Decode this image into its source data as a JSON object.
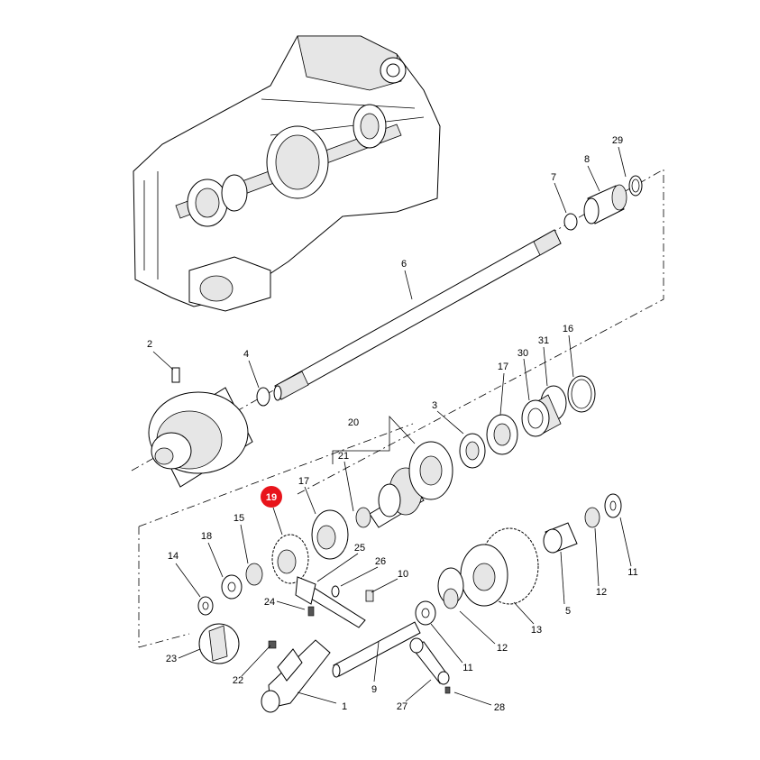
{
  "highlight_color": "#e8141b",
  "highlighted_part": "19",
  "callouts": [
    "29",
    "8",
    "7",
    "6",
    "2",
    "4",
    "16",
    "31",
    "30",
    "17",
    "3",
    "20",
    "21",
    "17",
    "19",
    "15",
    "18",
    "14",
    "25",
    "26",
    "10",
    "24",
    "23",
    "22",
    "1",
    "9",
    "27",
    "28",
    "11",
    "12",
    "13",
    "5",
    "12",
    "11"
  ]
}
